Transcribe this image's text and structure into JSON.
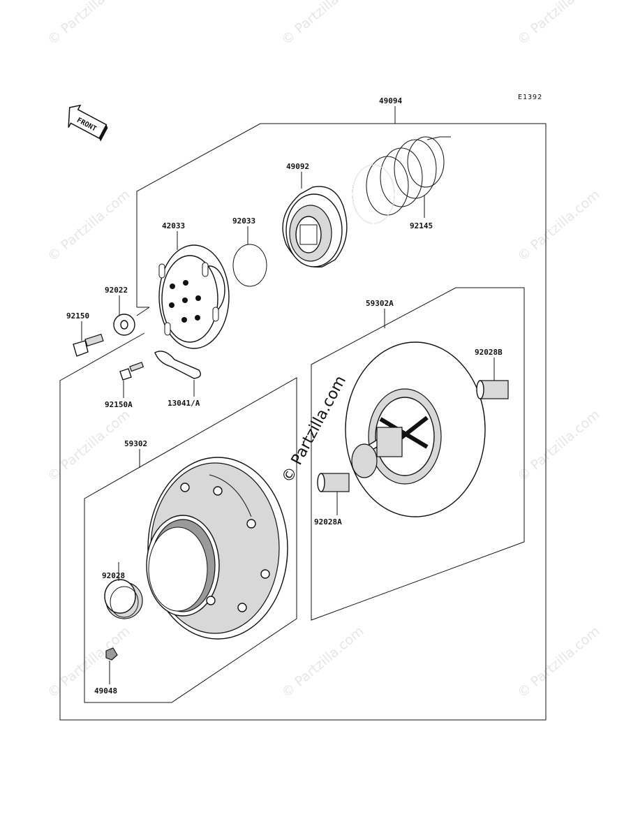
{
  "diagram_code": "E1392",
  "front_label": "FRONT",
  "watermark": "© Partzilla.com",
  "main_watermark": "© Partzilla.com",
  "parts": [
    {
      "id": "49094"
    },
    {
      "id": "49092"
    },
    {
      "id": "92145"
    },
    {
      "id": "42033"
    },
    {
      "id": "92033"
    },
    {
      "id": "92022"
    },
    {
      "id": "92150"
    },
    {
      "id": "92150A"
    },
    {
      "id": "13041/A"
    },
    {
      "id": "59302A"
    },
    {
      "id": "92028B"
    },
    {
      "id": "92028A"
    },
    {
      "id": "59302"
    },
    {
      "id": "92028"
    },
    {
      "id": "49048"
    }
  ]
}
